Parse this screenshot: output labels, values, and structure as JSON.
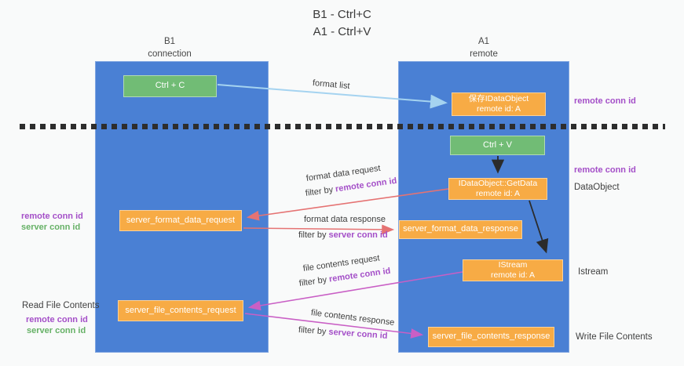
{
  "title": {
    "line1": "B1 - Ctrl+C",
    "line2": "A1 - Ctrl+V"
  },
  "columns": {
    "left": {
      "name": "B1",
      "role": "connection"
    },
    "right": {
      "name": "A1",
      "role": "remote"
    }
  },
  "nodes": {
    "ctrl_c": {
      "label": "Ctrl + C"
    },
    "ctrl_v": {
      "label": "Ctrl + V"
    },
    "save_dataobject": {
      "line1": "保存IDataObject",
      "line2": "remote id: A"
    },
    "getdata": {
      "line1": "IDataObject::GetData",
      "line2": "remote id: A"
    },
    "istream": {
      "line1": "IStream",
      "line2": "remote id: A"
    },
    "server_format_data_request": {
      "label": "server_format_data_request"
    },
    "server_format_data_response": {
      "label": "server_format_data_response"
    },
    "server_file_contents_request": {
      "label": "server_file_contents_request"
    },
    "server_file_contents_response": {
      "label": "server_file_contents_response"
    }
  },
  "flow_labels": {
    "format_list": "format list",
    "format_data_request": "format data request",
    "format_data_response": "format data response",
    "file_contents_request": "file contents request",
    "file_contents_response": "file contents response",
    "filter_by": "filter by ",
    "remote_conn_id": "remote conn id",
    "server_conn_id": "server conn id"
  },
  "side_labels": {
    "left": {
      "remote_conn_id": "remote conn id",
      "server_conn_id": "server conn id",
      "read_file_contents": "Read File Contents",
      "remote_conn_id_2": "remote conn id",
      "server_conn_id_2": "server conn id"
    },
    "right": {
      "remote_conn_id_top": "remote conn id",
      "remote_conn_id_mid": "remote conn id",
      "dataobject": "DataObject",
      "istream": "Istream",
      "write_file_contents": "Write File Contents"
    }
  },
  "colors": {
    "column_blue": "#4a80d4",
    "box_orange": "#f7ab45",
    "box_green": "#71bc75",
    "arrow_salmon": "#e57373",
    "arrow_magenta": "#c95fc5",
    "arrow_lightblue": "#a5d3f0",
    "arrow_black": "#2b2b2b",
    "label_purple": "#a44fc8",
    "label_green": "#66b166"
  }
}
